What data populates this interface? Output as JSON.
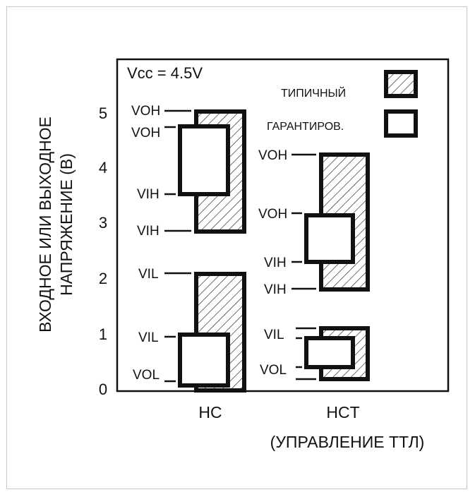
{
  "y_axis": {
    "label_lines": [
      "ВХОДНОЕ ИЛИ ВЫХОДНОЕ",
      "НАПРЯЖЕНИЕ (В)"
    ],
    "ticks": [
      "0",
      "1",
      "2",
      "3",
      "4",
      "5"
    ]
  },
  "vcc_label": "Vcc = 4.5V",
  "legend": {
    "typical": "ТИПИЧНЫЙ",
    "guaranteed": "ГАРАНТИРОВ."
  },
  "x_labels": {
    "hc": "HC",
    "hct": "HCT",
    "hct_note": "(УПРАВЛЕНИЕ ТТЛ)"
  },
  "hc_labels": {
    "voh_typ": "VOH",
    "voh_guar": "VOH",
    "vih_guar": "VIH",
    "vih_typ": "VIH",
    "vil_typ": "VIL",
    "vil_guar": "VIL",
    "vol": "VOL"
  },
  "hct_labels": {
    "voh_typ": "VOH",
    "voh_guar": "VOH",
    "vih_guar": "VIH",
    "vih_typ": "VIH",
    "vil": "VIL",
    "vol": "VOL"
  }
}
